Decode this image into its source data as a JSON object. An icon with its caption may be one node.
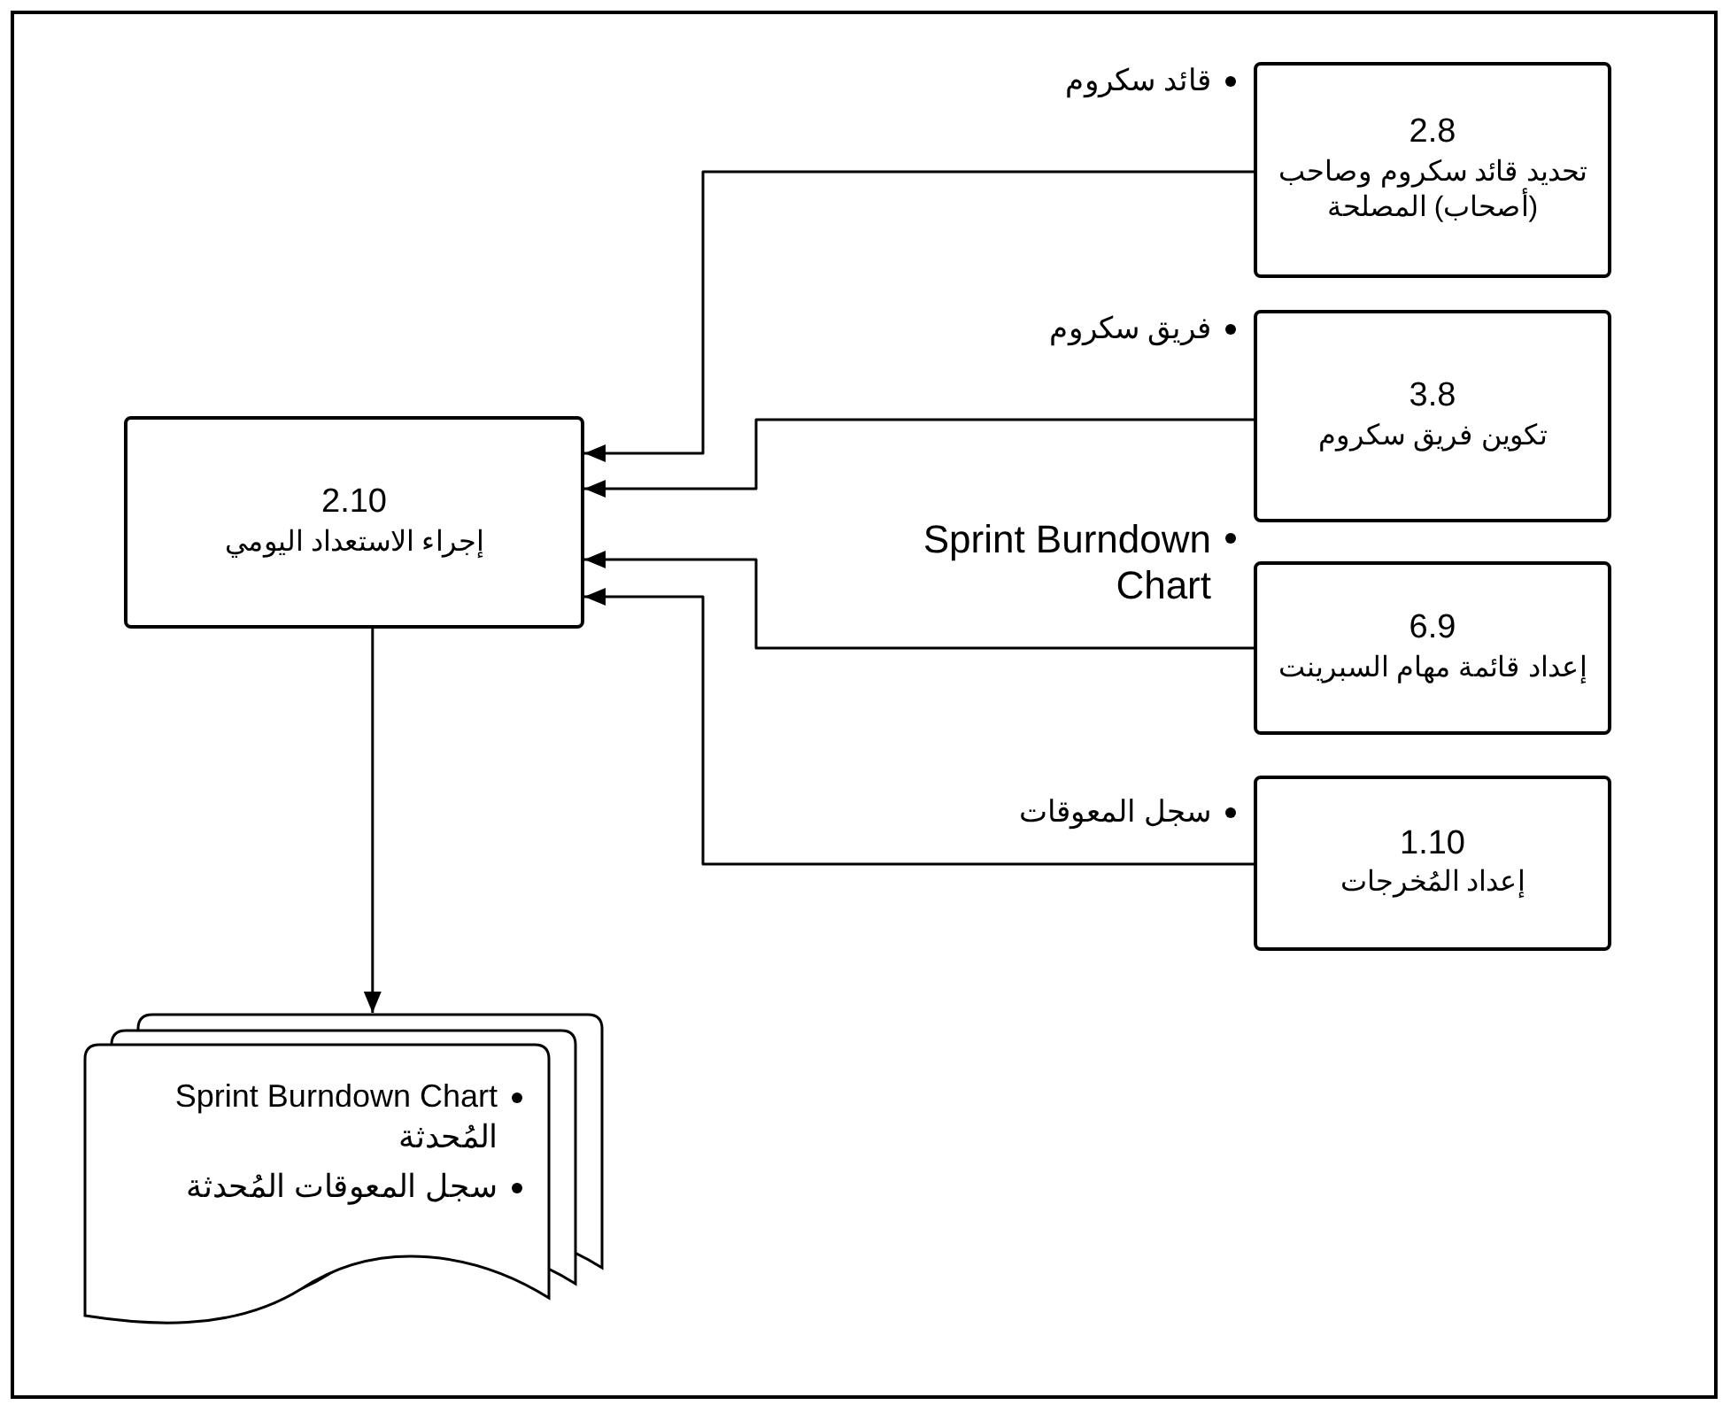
{
  "diagram": {
    "nodes": [
      {
        "text": [
          "2.10",
          "إجراء الاستعداد اليومي"
        ]
      },
      {
        "text": [
          "2.8",
          "تحديد قائد سكروم وصاحب (أصحاب) المصلحة"
        ],
        "beside": [
          "قائد سكروم"
        ]
      },
      {
        "text": [
          "3.8",
          "تكوين فريق سكروم"
        ],
        "beside": [
          "فريق سكروم"
        ]
      },
      {
        "text": [
          "6.9",
          "إعداد قائمة مهام السبرينت"
        ],
        "beside": [
          "Sprint Burndown Chart"
        ]
      },
      {
        "text": [
          "1.10",
          "إعداد المُخرجات"
        ],
        "beside": [
          "سجل المعوقات"
        ]
      },
      {
        "text": [
          "Sprint Burndown Chart المُحدثة",
          "سجل المعوقات المُحدثة"
        ]
      }
    ],
    "edges": [
      {
        "from": 1,
        "to": 0,
        "arrow": "to"
      },
      {
        "from": 2,
        "to": 0,
        "arrow": "to"
      },
      {
        "from": 3,
        "to": 0,
        "arrow": "to"
      },
      {
        "from": 4,
        "to": 0,
        "arrow": "to"
      },
      {
        "from": 0,
        "to": 5,
        "arrow": "to"
      }
    ]
  }
}
